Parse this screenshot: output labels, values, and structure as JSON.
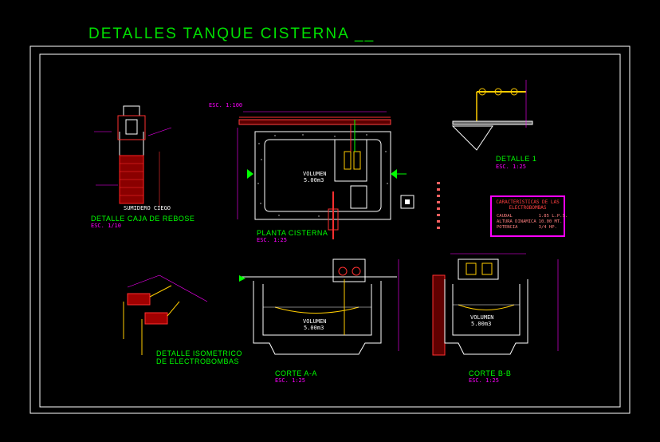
{
  "sheet": {
    "title": "DETALLES  TANQUE  CISTERNA  __"
  },
  "views": {
    "caja_rebose": {
      "title": "DETALLE CAJA DE REBOSE",
      "scale": "ESC. 1/10",
      "note": "SUMIDERO CIEGO"
    },
    "planta": {
      "title": "PLANTA CISTERNA",
      "scale": "ESC. 1:25",
      "volume_label": "VOLUMEN",
      "volume_value": "5.00m3",
      "top_scale": "ESC. 1:100"
    },
    "detalle1": {
      "title": "DETALLE 1",
      "scale": "ESC. 1:25"
    },
    "isometrico": {
      "title_line1": "DETALLE ISOMETRICO",
      "title_line2": "DE  ELECTROBOMBAS"
    },
    "corte_aa": {
      "title": "CORTE A-A",
      "scale": "ESC. 1:25",
      "volume_label": "VOLUMEN",
      "volume_value": "5.00m3"
    },
    "corte_bb": {
      "title": "CORTE B-B",
      "scale": "ESC. 1:25",
      "volume_label": "VOLUMEN",
      "volume_value": "5.00m3"
    }
  },
  "characteristics": {
    "title_line1": "CARACTERISTICAS DE LAS",
    "title_line2": "ELECTROBOMBAS",
    "rows": [
      {
        "label": "CAUDAL",
        "value": "1.85 L.P.S."
      },
      {
        "label": "ALTURA DINAMICA",
        "value": "10.00 MT."
      },
      {
        "label": "POTENCIA",
        "value": "3/4 HP."
      }
    ]
  },
  "colors": {
    "frame": "#ffffff",
    "title": "#00e000",
    "accent": "#ff00ff",
    "concrete": "#ffffff",
    "pipe": "#ff2020"
  }
}
